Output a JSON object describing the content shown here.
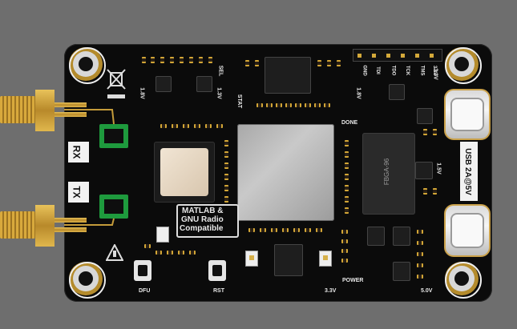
{
  "board": {
    "labels": {
      "rx": "RX",
      "tx": "TX",
      "matlab": [
        "MATLAB &",
        "GNU Radio",
        "Compatible"
      ],
      "usb": "USB 2A@5V",
      "fbga": "FBGA-96",
      "dfu": "DFU",
      "rst": "RST",
      "power": "POWER",
      "done": "DONE",
      "stat": "STAT",
      "v33": "3.3V",
      "v50": "5.0V",
      "v18a": "1.8V",
      "v13": "1.3V",
      "v18b": "1.8V",
      "v15": "1.5V",
      "sel": "SEL",
      "v33top": "3.3V",
      "jtag": [
        "GND",
        "TDI",
        "TDO",
        "TCK",
        "TMS",
        "3.3V"
      ]
    },
    "colors": {
      "board": "#0b0b0b",
      "gold": "#d3a636",
      "silk": "#e8e8e8",
      "background": "#6e6e6e"
    }
  }
}
